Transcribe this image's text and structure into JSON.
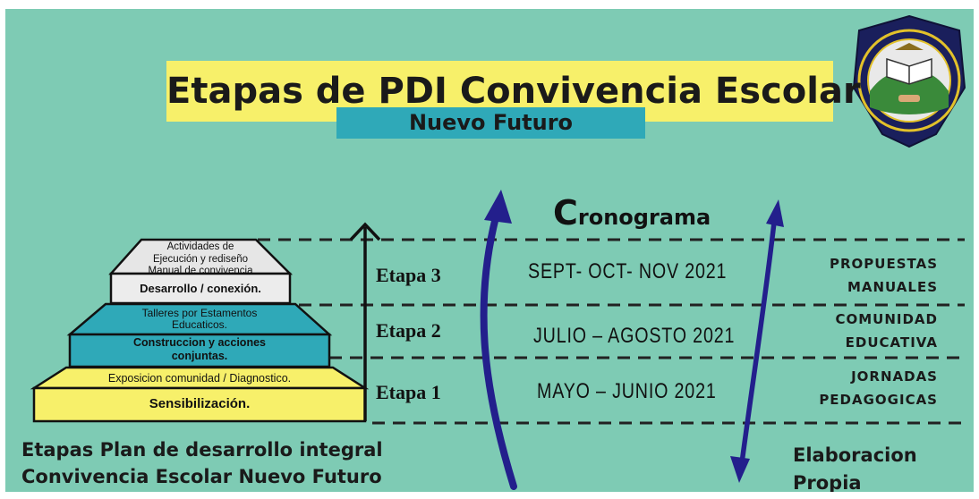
{
  "title": "Etapas de PDI Convivencia Escolar",
  "subtitle": "Nuevo Futuro",
  "cronograma": {
    "first_letter": "C",
    "rest": "ronograma"
  },
  "pyramid": {
    "top": {
      "lines": [
        "Actividades de",
        "Ejecución y rediseño",
        "Manual de convivencia"
      ],
      "bar": "Desarrollo / conexión."
    },
    "middle": {
      "lines": [
        "Talleres por Estamentos",
        "Educaticos."
      ],
      "bar": [
        "Construccion y acciones",
        "conjuntas."
      ]
    },
    "bottom": {
      "line": "Exposicion comunidad / Diagnostico.",
      "bar": "Sensibilización."
    }
  },
  "stages": [
    {
      "label": "Etapa 3",
      "dates": "SEPT- OCT- NOV 2021",
      "side": {
        "line1": "Propuestas",
        "line2": "Manuales"
      }
    },
    {
      "label": "Etapa 2",
      "dates": "JULIO – AGOSTO 2021",
      "side": {
        "line1": "Comunidad",
        "line2": "Educativa"
      }
    },
    {
      "label": "Etapa 1",
      "dates": "MAYO – JUNIO 2021",
      "side": {
        "line1": "Jornadas",
        "line2": "Pedagogicas"
      }
    }
  ],
  "footer": {
    "line1": "Etapas Plan de desarrollo integral",
    "line2": "Convivencia Escolar Nuevo Futuro"
  },
  "elaboracion": {
    "line1": "Elaboracion",
    "line2": "Propia"
  },
  "colors": {
    "background": "#7ecbb4",
    "title_bg": "#f7f06a",
    "subtitle_bg": "#2fa9b8",
    "arrow": "#231f8c",
    "level_light": "#dcdcdc",
    "level_teal": "#2fa9b8",
    "level_yellow": "#f7f06a"
  },
  "emblem": {
    "icon": "school-crest-icon"
  }
}
